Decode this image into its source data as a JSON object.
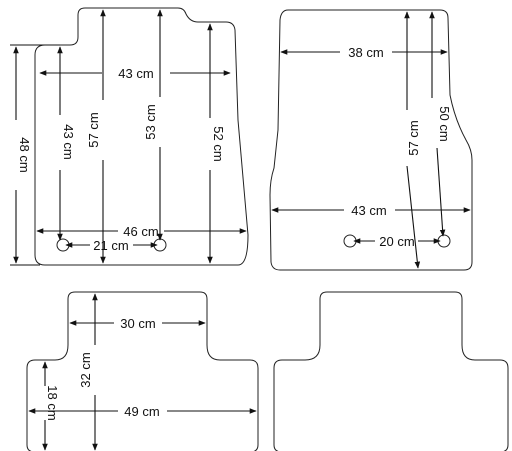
{
  "colors": {
    "line": "#111111",
    "outline": "#222222",
    "background": "#ffffff"
  },
  "marker": "arrowhead",
  "mats": [
    {
      "name": "front-left-mat",
      "dimensions": [
        {
          "id": "width-top",
          "label": "43 cm"
        },
        {
          "id": "height-inner-left",
          "label": "43 cm"
        },
        {
          "id": "height-left-center",
          "label": "57 cm"
        },
        {
          "id": "height-right-center",
          "label": "53 cm"
        },
        {
          "id": "height-right",
          "label": "52 cm"
        },
        {
          "id": "height-outer-left",
          "label": "48 cm"
        },
        {
          "id": "width-bottom",
          "label": "46 cm"
        },
        {
          "id": "hole-spacing",
          "label": "21 cm"
        }
      ]
    },
    {
      "name": "front-right-mat",
      "dimensions": [
        {
          "id": "width-top",
          "label": "38 cm"
        },
        {
          "id": "height-left",
          "label": "57 cm"
        },
        {
          "id": "height-right",
          "label": "50 cm"
        },
        {
          "id": "width-bottom",
          "label": "43 cm"
        },
        {
          "id": "hole-spacing",
          "label": "20 cm"
        }
      ]
    },
    {
      "name": "rear-left-mat",
      "dimensions": [
        {
          "id": "width-top",
          "label": "30 cm"
        },
        {
          "id": "height-total",
          "label": "32 cm"
        },
        {
          "id": "height-side",
          "label": "18 cm"
        },
        {
          "id": "width-bottom",
          "label": "49 cm"
        }
      ]
    },
    {
      "name": "rear-right-mat",
      "dimensions": []
    }
  ]
}
